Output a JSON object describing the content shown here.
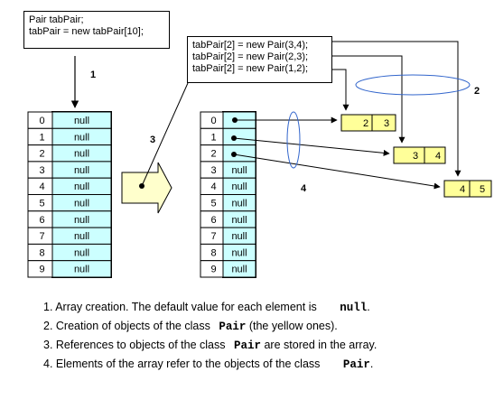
{
  "code_box_1": {
    "lines": [
      "Pair tabPair;",
      "tabPair = new tabPair[10];"
    ]
  },
  "code_box_2": {
    "lines": [
      "tabPair[2] = new Pair(3,4);",
      "tabPair[2] = new Pair(2,3);",
      "tabPair[2] = new Pair(1,2);"
    ]
  },
  "left_array": {
    "indices": [
      "0",
      "1",
      "2",
      "3",
      "4",
      "5",
      "6",
      "7",
      "8",
      "9"
    ],
    "values": [
      "null",
      "null",
      "null",
      "null",
      "null",
      "null",
      "null",
      "null",
      "null",
      "null"
    ]
  },
  "right_array": {
    "indices": [
      "0",
      "1",
      "2",
      "3",
      "4",
      "5",
      "6",
      "7",
      "8",
      "9"
    ],
    "values": [
      "",
      "",
      "",
      "null",
      "null",
      "null",
      "null",
      "null",
      "null",
      "null"
    ]
  },
  "pairs": [
    {
      "a": "2",
      "b": "3"
    },
    {
      "a": "3",
      "b": "4"
    },
    {
      "a": "4",
      "b": "5"
    }
  ],
  "markers": {
    "m1": "1",
    "m2": "2",
    "m3": "3",
    "m4": "4"
  },
  "legend": {
    "l1_text": "1. Array creation. The default value for each element is",
    "l1_code": "null",
    "l1_end": ".",
    "l2_text": "2. Creation of objects of the class",
    "l2_code": "Pair",
    "l2_end": "(the yellow ones).",
    "l3_text": "3. References to objects of the class",
    "l3_code": "Pair",
    "l3_end": "are stored in the array.",
    "l4_text": "4. Elements of the array refer to the objects of the class",
    "l4_code": "Pair",
    "l4_end": "."
  },
  "colors": {
    "cell": "#ccffff",
    "pair": "#ffff99",
    "ellipse": "#3366cc",
    "arrow_fill": "#ffffcc"
  }
}
